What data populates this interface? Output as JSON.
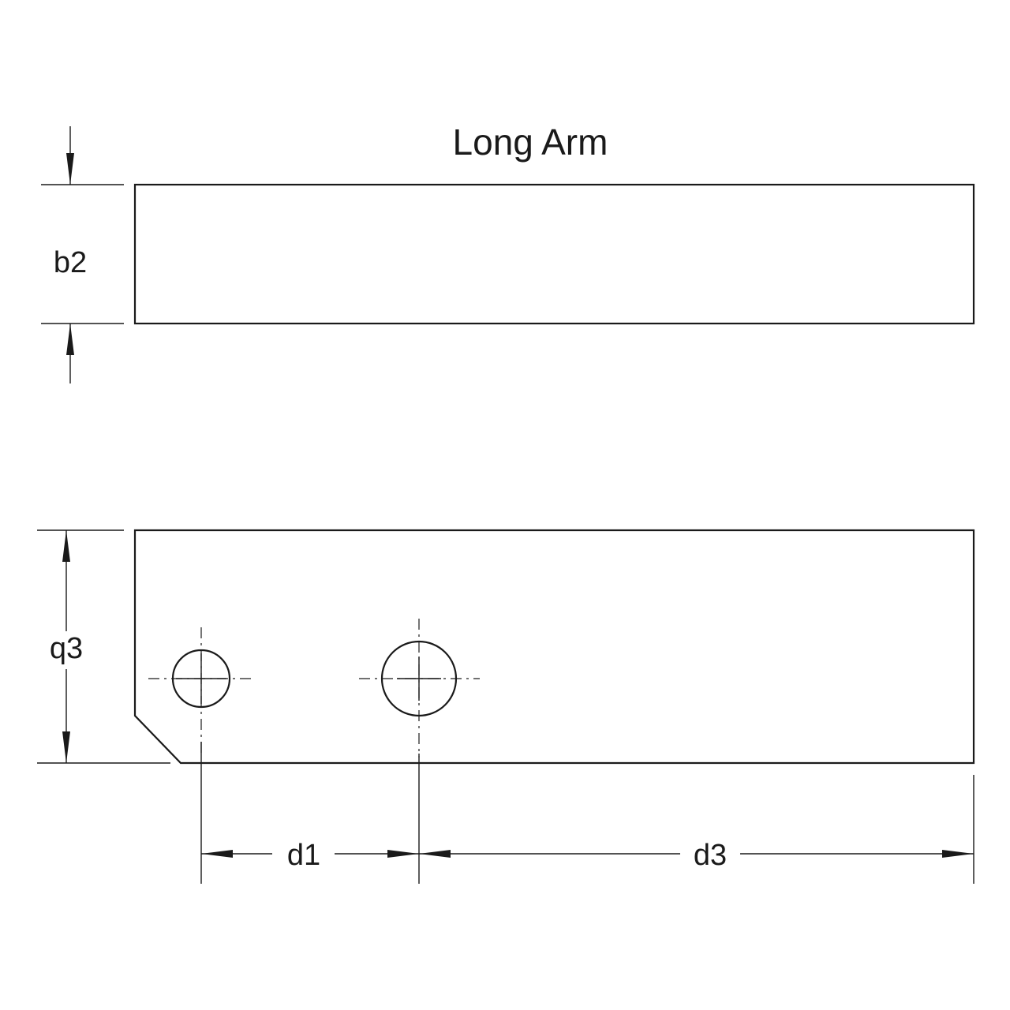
{
  "title": "Long Arm",
  "dimensions": {
    "top_height": "b2",
    "side_height": "q3",
    "hole_spacing": "d1",
    "hole_to_end": "d3"
  },
  "colors": {
    "line": "#1a1a1a",
    "background": "#ffffff"
  }
}
